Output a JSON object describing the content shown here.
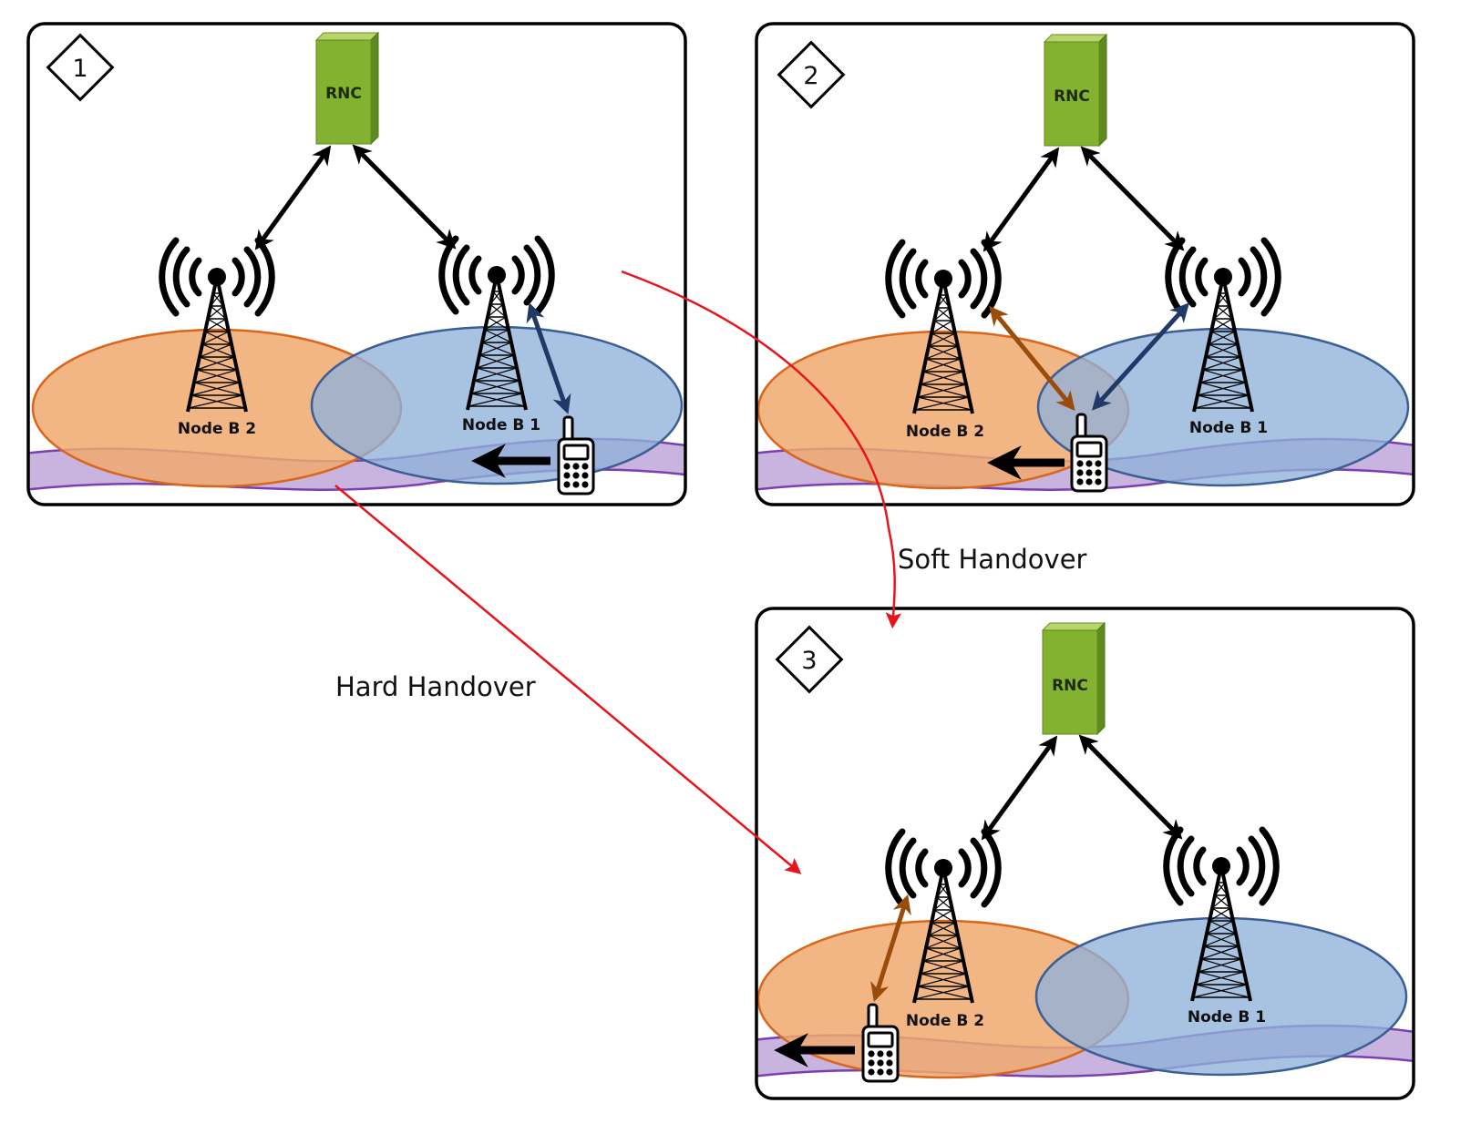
{
  "panels": [
    {
      "number": "1",
      "rnc_label": "RNC",
      "node_b2_label": "Node B 2",
      "node_b1_label": "Node B 1"
    },
    {
      "number": "2",
      "rnc_label": "RNC",
      "node_b2_label": "Node B 2",
      "node_b1_label": "Node B 1"
    },
    {
      "number": "3",
      "rnc_label": "RNC",
      "node_b2_label": "Node B 2",
      "node_b1_label": "Node B 1"
    }
  ],
  "captions": {
    "soft": "Soft Handover",
    "hard": "Hard Handover"
  },
  "colors": {
    "orange_cell": "#f0a96e",
    "blue_cell": "#8fb1da",
    "road": "#c9b4e0",
    "road_edge": "#7b3fb0",
    "rnc": "#7fae2e",
    "link_orange": "#9a4d0a",
    "link_blue": "#1f3a66",
    "transition_arrow": "#e8141b"
  }
}
